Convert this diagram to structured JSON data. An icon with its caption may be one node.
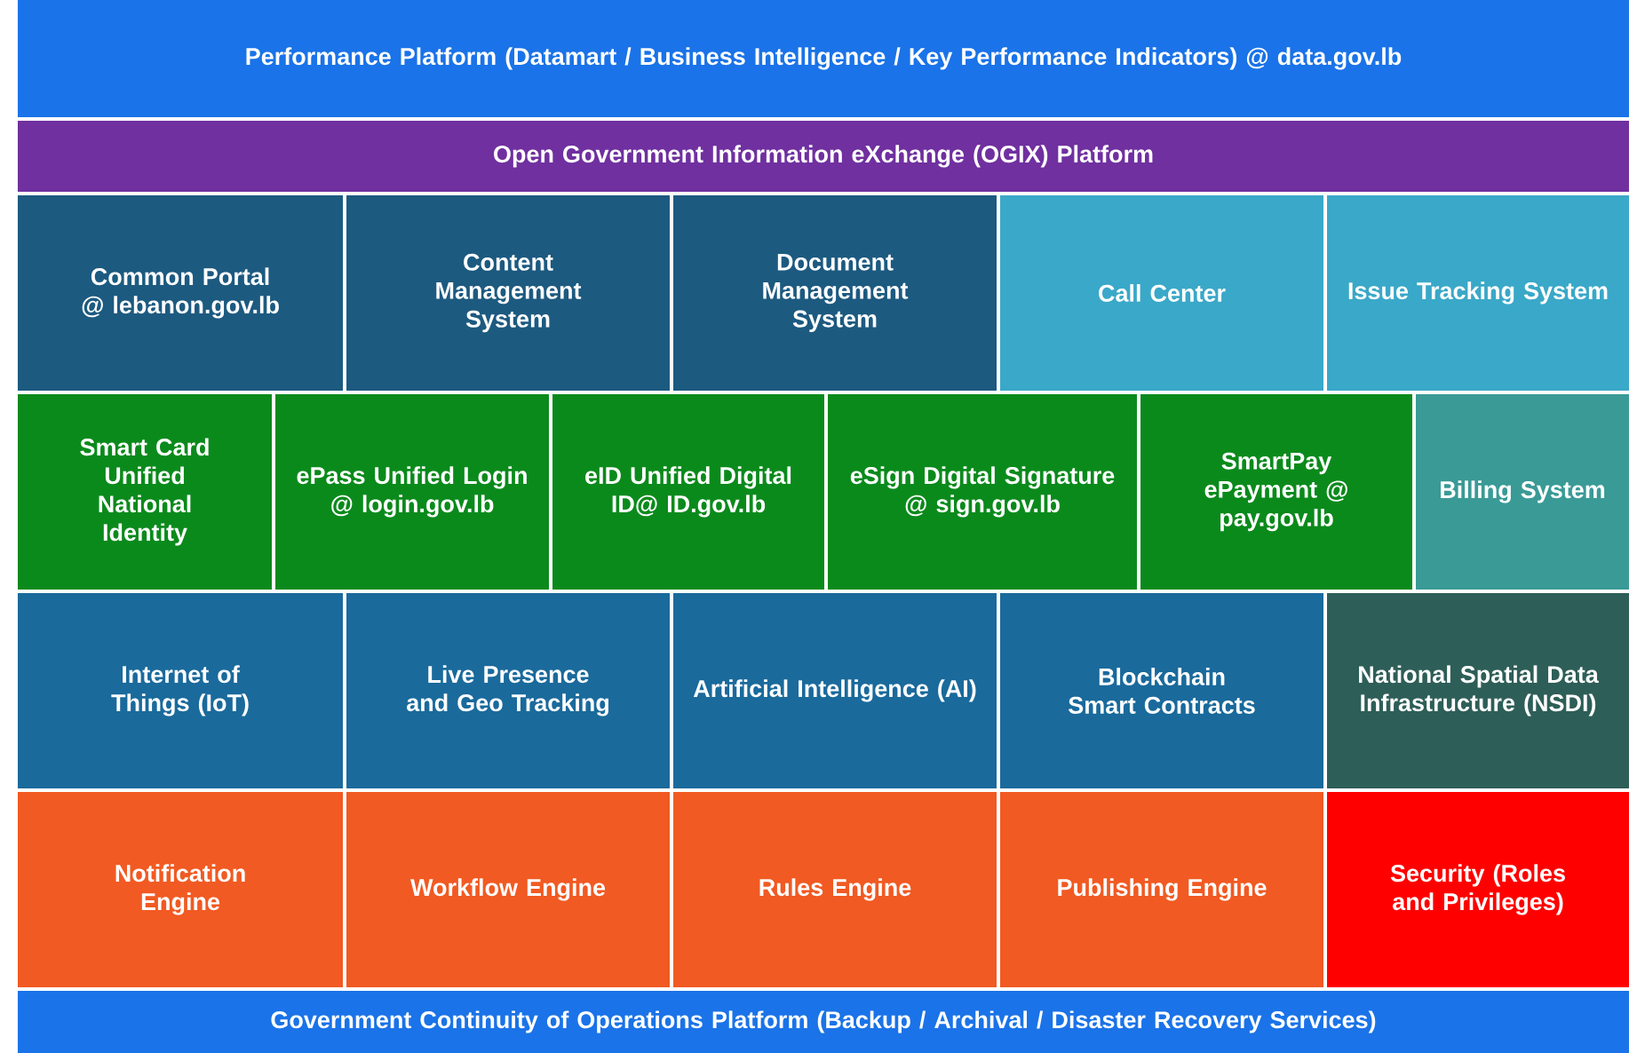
{
  "diagram": {
    "nodes": [
      {
        "text": [
          "Performance Platform (Datamart / Business Intelligence / Key Performance Indicators) @ data.gov.lb"
        ]
      },
      {
        "text": [
          "Open Government Information eXchange (OGIX) Platform"
        ]
      },
      {
        "text": [
          "Common Portal @ lebanon.gov.lb"
        ]
      },
      {
        "text": [
          "Content Management System"
        ]
      },
      {
        "text": [
          "Document Management System"
        ]
      },
      {
        "text": [
          "Call Center"
        ]
      },
      {
        "text": [
          "Issue Tracking System"
        ]
      },
      {
        "text": [
          "Smart Card Unified National Identity"
        ]
      },
      {
        "text": [
          "ePass Unified Login @ login.gov.lb"
        ]
      },
      {
        "text": [
          "eID Unified Digital ID@ ID.gov.lb"
        ]
      },
      {
        "text": [
          "eSign Digital Signature @ sign.gov.lb"
        ]
      },
      {
        "text": [
          "SmartPay ePayment @ pay.gov.lb"
        ]
      },
      {
        "text": [
          "Billing System"
        ]
      },
      {
        "text": [
          "Internet of Things (IoT)"
        ]
      },
      {
        "text": [
          "Live Presence and Geo Tracking"
        ]
      },
      {
        "text": [
          "Artificial Intelligence (AI)"
        ]
      },
      {
        "text": [
          "Blockchain Smart Contracts"
        ]
      },
      {
        "text": [
          "National Spatial Data Infrastructure (NSDI)"
        ]
      },
      {
        "text": [
          "Notification Engine"
        ]
      },
      {
        "text": [
          "Workflow Engine"
        ]
      },
      {
        "text": [
          "Rules Engine"
        ]
      },
      {
        "text": [
          "Publishing Engine"
        ]
      },
      {
        "text": [
          "Security (Roles and Privileges)"
        ]
      },
      {
        "text": [
          "Government Continuity of Operations Platform (Backup / Archival / Disaster Recovery Services)"
        ]
      }
    ]
  }
}
